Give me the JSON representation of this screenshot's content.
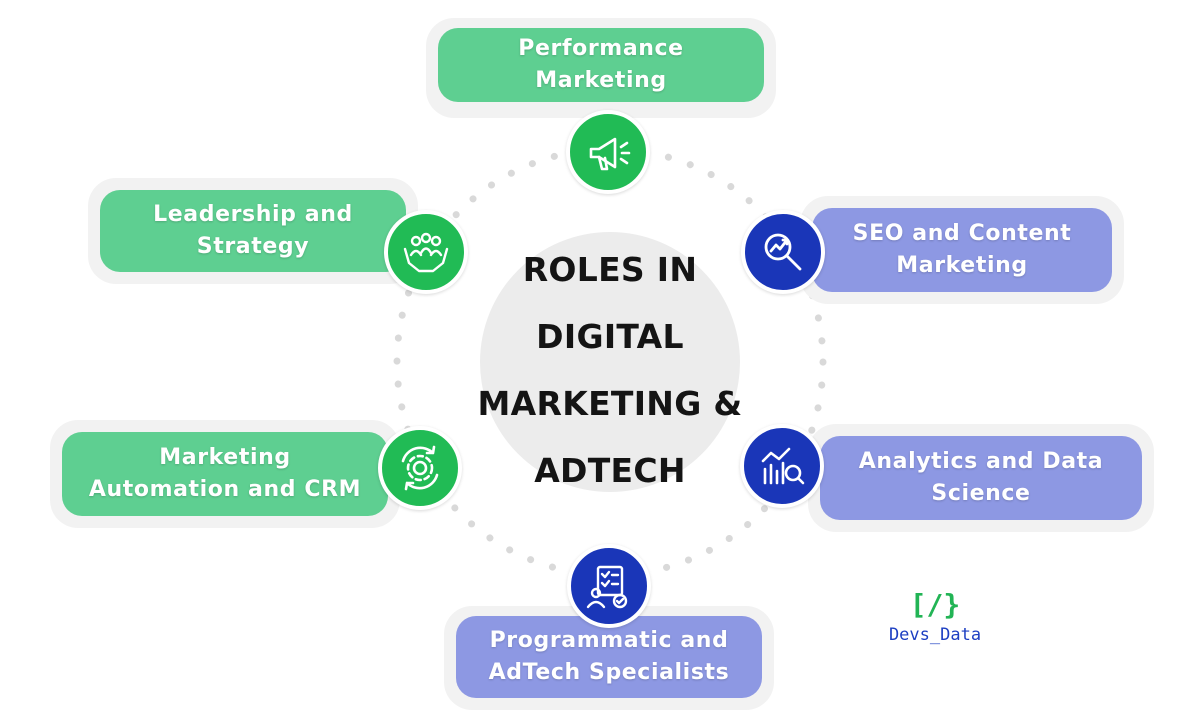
{
  "center": {
    "lines": [
      "ROLES IN",
      "DIGITAL",
      "MARKETING &",
      "ADTECH"
    ]
  },
  "roles": {
    "performance": {
      "lines": [
        "Performance",
        "Marketing"
      ],
      "icon": "megaphone-icon"
    },
    "seo": {
      "lines": [
        "SEO and Content",
        "Marketing"
      ],
      "icon": "seo-magnifier-icon"
    },
    "analytics": {
      "lines": [
        "Analytics and Data",
        "Science"
      ],
      "icon": "analytics-chart-icon"
    },
    "programmatic": {
      "lines": [
        "Programmatic and",
        "AdTech Specialists"
      ],
      "icon": "checklist-person-icon"
    },
    "automation": {
      "lines": [
        "Marketing",
        "Automation and CRM"
      ],
      "icon": "gear-cycle-icon"
    },
    "leadership": {
      "lines": [
        "Leadership and",
        "Strategy"
      ],
      "icon": "team-hands-icon"
    }
  },
  "brand": {
    "mark": "[/}",
    "name": "Devs_Data"
  },
  "colors": {
    "green_pill": "#5ecf91",
    "green_icon": "#21bb55",
    "blue_pill": "#8d98e3",
    "blue_icon": "#1a36b8",
    "dots": "#d9d9d9"
  }
}
